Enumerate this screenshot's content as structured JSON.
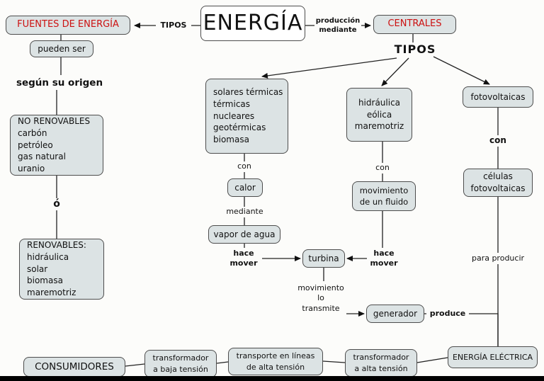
{
  "diagram": {
    "root": "ENERGÍA",
    "fuentes": "FUENTES DE ENERGÍA",
    "centrales": "CENTRALES",
    "link_tipos": "TIPOS",
    "link_produccion": "producción\nmediante",
    "pueden_ser": "pueden ser",
    "segun_origen": "según su origen",
    "no_renovables": "NO RENOVABLES\ncarbón\npetróleo\ngas natural\nuranio",
    "o": "ó",
    "renovables": "RENOVABLES:\nhidráulica\nsolar\nbiomasa\nmaremotriz",
    "tipos_header": "TIPOS",
    "termicas": "solares térmicas\ntérmicas\nnucleares\ngeotérmicas\nbiomasa",
    "hidraulica": "hidráulica\neólica\nmaremotriz",
    "fotovoltaicas": "fotovoltaicas",
    "con_left": "con",
    "calor": "calor",
    "mediante": "mediante",
    "vapor": "vapor de agua",
    "hace_mover_left": "hace\nmover",
    "turbina": "turbina",
    "con_mid": "con",
    "mov_fluido": "movimiento\nde un fluido",
    "hace_mover_right": "hace\nmover",
    "con_right": "con",
    "celulas": "células\nfotovoltaicas",
    "para_producir": "para producir",
    "mov_transmite": "movimiento\nlo\ntransmite",
    "generador": "generador",
    "produce": "produce",
    "energia_electrica": "ENERGÍA ELÉCTRICA",
    "transf_alta": "transformador\na alta tensión",
    "transporte": "transporte en líneas\nde alta tensión",
    "transf_baja": "transformador\na baja tensión",
    "consumidores": "CONSUMIDORES"
  },
  "colors": {
    "background": "#fcfcfa",
    "box_fill": "#dce3e4",
    "box_border": "#4d4d4d",
    "accent_red": "#cc1111",
    "text": "#111111"
  }
}
